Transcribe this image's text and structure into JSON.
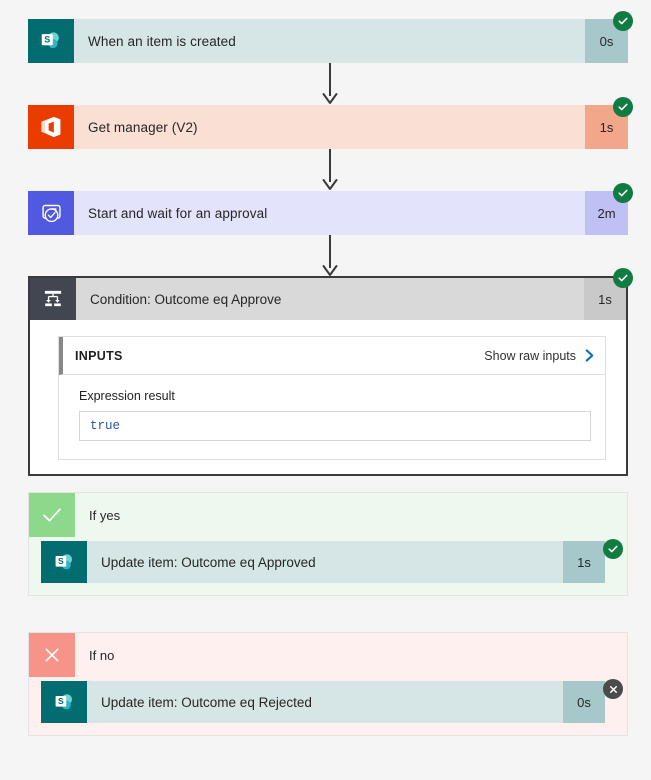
{
  "colors": {
    "background": "#f5f5f5",
    "sharepoint_teal": "#036c70",
    "office_orange": "#eb3c00",
    "approval_indigo": "#5059e0",
    "condition_dark": "#414650",
    "success_green": "#107c41",
    "fail_gray": "#4b4b4b",
    "yes_green": "#8cd98c",
    "no_red": "#f79489",
    "link_blue": "#0f6cbd",
    "value_blue": "#2a5699"
  },
  "steps": [
    {
      "name": "when-an-item-is-created",
      "title": "When an item is created",
      "duration": "0s",
      "status": "succeeded",
      "status_icon": "check-circle-icon",
      "connector_icon": "sharepoint-icon"
    },
    {
      "name": "get-manager-v2",
      "title": "Get manager (V2)",
      "duration": "1s",
      "status": "succeeded",
      "status_icon": "check-circle-icon",
      "connector_icon": "office365-icon"
    },
    {
      "name": "start-and-wait-for-an-approval",
      "title": "Start and wait for an approval",
      "duration": "2m",
      "status": "succeeded",
      "status_icon": "check-circle-icon",
      "connector_icon": "approvals-icon"
    }
  ],
  "condition": {
    "title": "Condition: Outcome eq Approve",
    "duration": "1s",
    "status": "succeeded",
    "status_icon": "check-circle-icon",
    "icon": "condition-branch-icon",
    "inputs_panel": {
      "label": "INPUTS",
      "show_raw_label": "Show raw inputs",
      "chevron_icon": "chevron-right-icon",
      "field_label": "Expression result",
      "value": "true"
    }
  },
  "branches": [
    {
      "name": "if-yes",
      "label": "If yes",
      "icon": "checkmark-icon",
      "action": {
        "title": "Update item: Outcome eq Approved",
        "duration": "1s",
        "status": "succeeded",
        "status_icon": "check-circle-icon",
        "connector_icon": "sharepoint-icon"
      }
    },
    {
      "name": "if-no",
      "label": "If no",
      "icon": "close-x-icon",
      "action": {
        "title": "Update item: Outcome eq Rejected",
        "duration": "0s",
        "status": "failed",
        "status_icon": "x-circle-icon",
        "connector_icon": "sharepoint-icon"
      }
    }
  ]
}
